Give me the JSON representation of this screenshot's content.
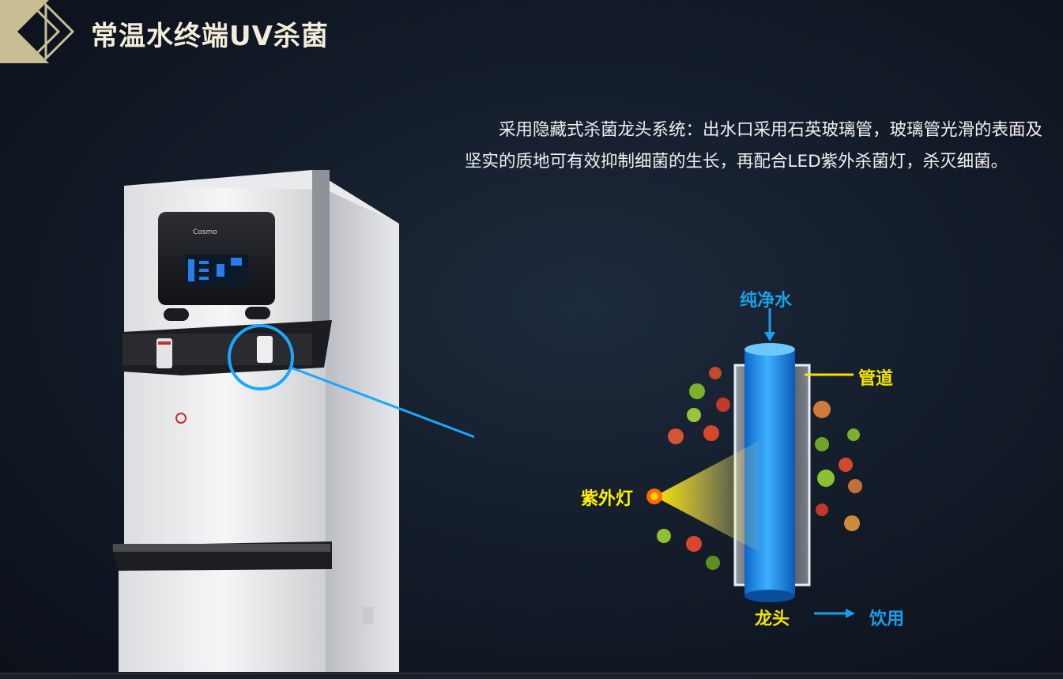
{
  "header": {
    "title": "常温水终端UV杀菌"
  },
  "description": "采用隐藏式杀菌龙头系统：出水口采用石英玻璃管，玻璃管光滑的表面及坚实的质地可有效抑制细菌的生长，再配合LED紫外杀菌灯，杀灭细菌。",
  "product": {
    "brand_label": "Cosmo"
  },
  "diagram": {
    "input_label": "纯净水",
    "pipe_label": "管道",
    "uv_label": "紫外灯",
    "faucet_label": "龙头",
    "output_label": "饮用"
  },
  "colors": {
    "gold": "#c9bd93",
    "input_blue": "#1aa0e8",
    "pipe_yellow": "#f4e300",
    "uv_label_yellow": "#fff200",
    "highlight_blue": "#1aa8ff"
  }
}
